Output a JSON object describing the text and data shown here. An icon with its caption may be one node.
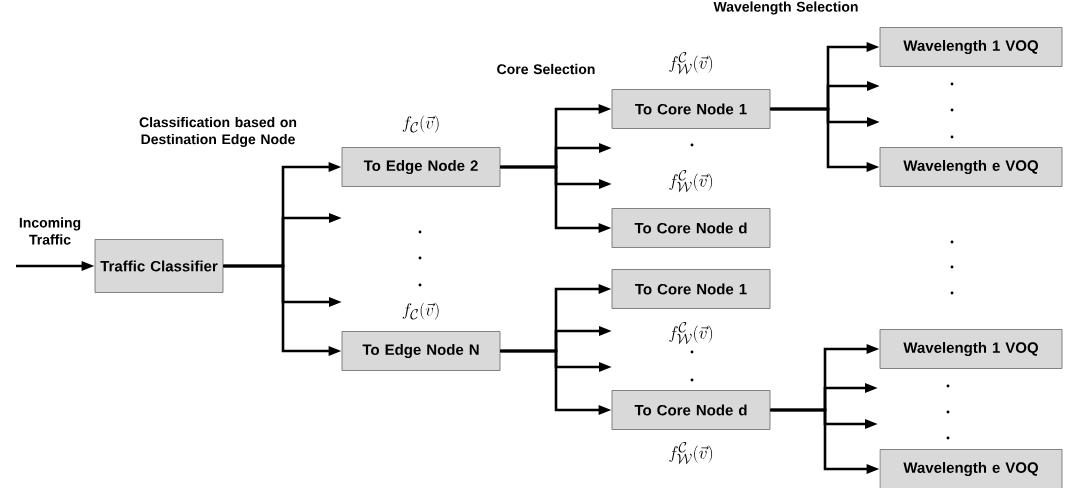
{
  "diagram": {
    "nodes": [
      {
        "text": [
          "Traffic Classifier"
        ]
      },
      {
        "text": [
          "To Edge Node 2"
        ],
        "beside": [
          "f_{\\mathcal{C}}(\\vec{v})"
        ]
      },
      {
        "text": [
          "To Edge Node N"
        ],
        "beside": [
          "f_{\\mathcal{C}}(\\vec{v})"
        ]
      },
      {
        "text": [
          "To Core Node 1"
        ],
        "beside": [
          "f^{\\mathcal{C}}_{\\mathcal{W}}(\\vec{v})"
        ]
      },
      {
        "text": [
          "To Core Node d"
        ],
        "beside": [
          "f^{\\mathcal{C}}_{\\mathcal{W}}(\\vec{v})"
        ]
      },
      {
        "text": [
          "To Core Node 1"
        ],
        "beside": [
          "f^{\\mathcal{C}}_{\\mathcal{W}}(\\vec{v})"
        ]
      },
      {
        "text": [
          "To Core Node d"
        ],
        "beside": [
          "f^{\\mathcal{C}}_{\\mathcal{W}}(\\vec{v})"
        ]
      },
      {
        "text": [
          "Wavelength 1 VOQ"
        ]
      },
      {
        "text": [
          "Wavelength e VOQ"
        ]
      },
      {
        "text": [
          "Wavelength 1 VOQ"
        ]
      },
      {
        "text": [
          "Wavelength e VOQ"
        ]
      }
    ],
    "edges": [
      {
        "from": null,
        "to": 0,
        "arrow": "to"
      },
      {
        "from": 0,
        "to": 1,
        "arrow": "to"
      },
      {
        "from": 0,
        "to": null,
        "arrow": "to"
      },
      {
        "from": 0,
        "to": null,
        "arrow": "to"
      },
      {
        "from": 0,
        "to": 2,
        "arrow": "to"
      },
      {
        "from": 1,
        "to": 3,
        "arrow": "to"
      },
      {
        "from": 1,
        "to": null,
        "arrow": "to"
      },
      {
        "from": 1,
        "to": null,
        "arrow": "to"
      },
      {
        "from": 1,
        "to": 4,
        "arrow": "to"
      },
      {
        "from": 2,
        "to": 5,
        "arrow": "to"
      },
      {
        "from": 2,
        "to": null,
        "arrow": "to"
      },
      {
        "from": 2,
        "to": null,
        "arrow": "to"
      },
      {
        "from": 2,
        "to": 6,
        "arrow": "to"
      },
      {
        "from": 3,
        "to": 7,
        "arrow": "to"
      },
      {
        "from": 3,
        "to": null,
        "arrow": "to"
      },
      {
        "from": 3,
        "to": null,
        "arrow": "to"
      },
      {
        "from": 3,
        "to": 8,
        "arrow": "to"
      },
      {
        "from": 6,
        "to": 9,
        "arrow": "to"
      },
      {
        "from": 6,
        "to": null,
        "arrow": "to"
      },
      {
        "from": 6,
        "to": null,
        "arrow": "to"
      },
      {
        "from": 6,
        "to": 10,
        "arrow": "to"
      }
    ],
    "labels": [
      "Wavelength Selection",
      "Core Selection",
      "Classification based on Destination Edge Node",
      "Incoming Traffic"
    ]
  }
}
